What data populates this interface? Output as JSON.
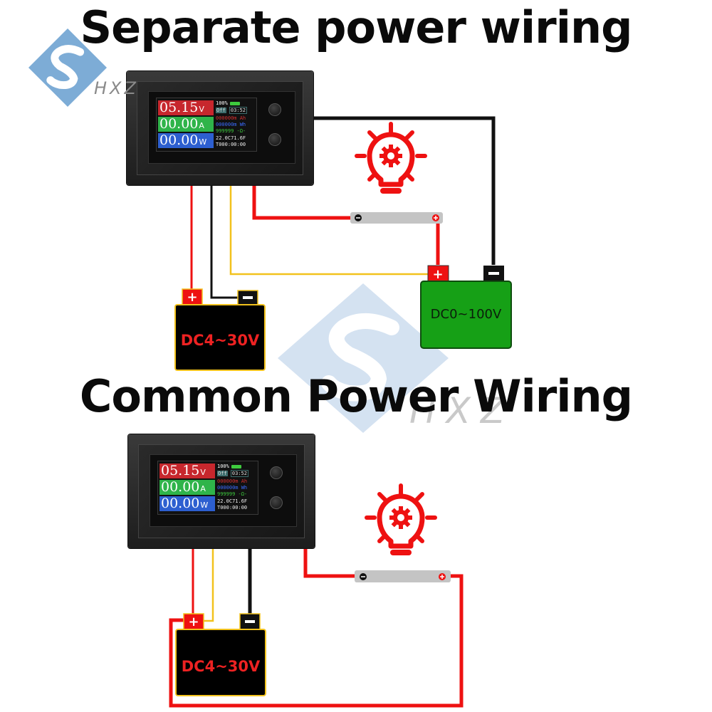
{
  "titles": {
    "top": "Separate power wiring",
    "bottom": "Common Power Wiring"
  },
  "watermark": {
    "brand_text": "HXZ",
    "logo_letter": "S",
    "logo_color": "#5b95c9"
  },
  "meter_display": {
    "voltage": "05.15",
    "voltage_unit": "V",
    "current": "00.00",
    "current_unit": "A",
    "power": "00.00",
    "power_unit": "W",
    "battery_percent": "100%",
    "output_state": "Off",
    "timer": "03:52",
    "capacity_ah": "000000m Ah",
    "energy_wh": "000000m Wh",
    "resistance": "999999 -Ω-",
    "temperature": "22.0C71.6F",
    "runtime": "T000:00:00"
  },
  "diagrams": {
    "separate": {
      "meter_wires": [
        "red",
        "black",
        "yellow",
        "red"
      ],
      "supply_battery": {
        "label": "DC4~30V",
        "positive": "+",
        "negative": "−"
      },
      "load_battery": {
        "label": "DC0~100V",
        "positive": "+",
        "negative": "−"
      },
      "load": {
        "icon": "light-bulb-gear-icon",
        "negative": "−",
        "positive": "+"
      }
    },
    "common": {
      "meter_wires": [
        "red",
        "yellow",
        "black",
        "red"
      ],
      "supply_battery": {
        "label": "DC4~30V",
        "positive": "+",
        "negative": "−"
      },
      "load": {
        "icon": "light-bulb-gear-icon",
        "negative": "−",
        "positive": "+"
      }
    }
  },
  "colors": {
    "wire_red": "#ee1111",
    "wire_black": "#111111",
    "wire_yellow": "#f2c21d",
    "bulb_red": "#ee1111",
    "load_battery_green": "#16a016",
    "supply_battery_black": "#000000",
    "supply_label_red": "#ee2222",
    "terminal_red": "#ee1111",
    "terminal_black": "#111111",
    "lcd_voltage": "#c7272d",
    "lcd_current": "#2fb44a",
    "lcd_power": "#2d5fd0"
  }
}
